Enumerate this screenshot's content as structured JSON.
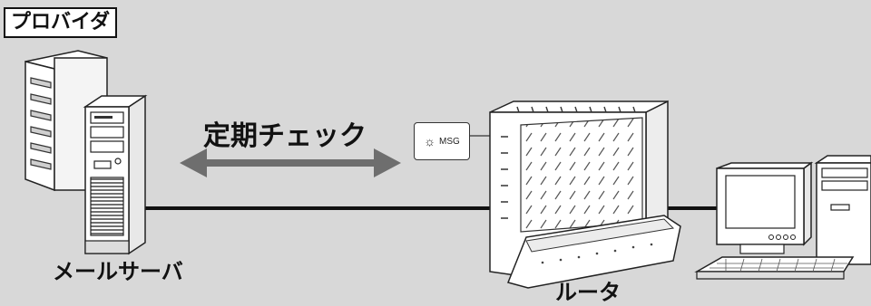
{
  "labels": {
    "provider": "プロバイダ",
    "mail_server": "メールサーバ",
    "periodic_check": "定期チェック",
    "router": "ルータ",
    "msg_indicator": "MSG"
  },
  "icons": {
    "sun": "☼"
  },
  "colors": {
    "background": "#d8d8d8",
    "arrow": "#6e6e6e",
    "line": "#111111"
  }
}
